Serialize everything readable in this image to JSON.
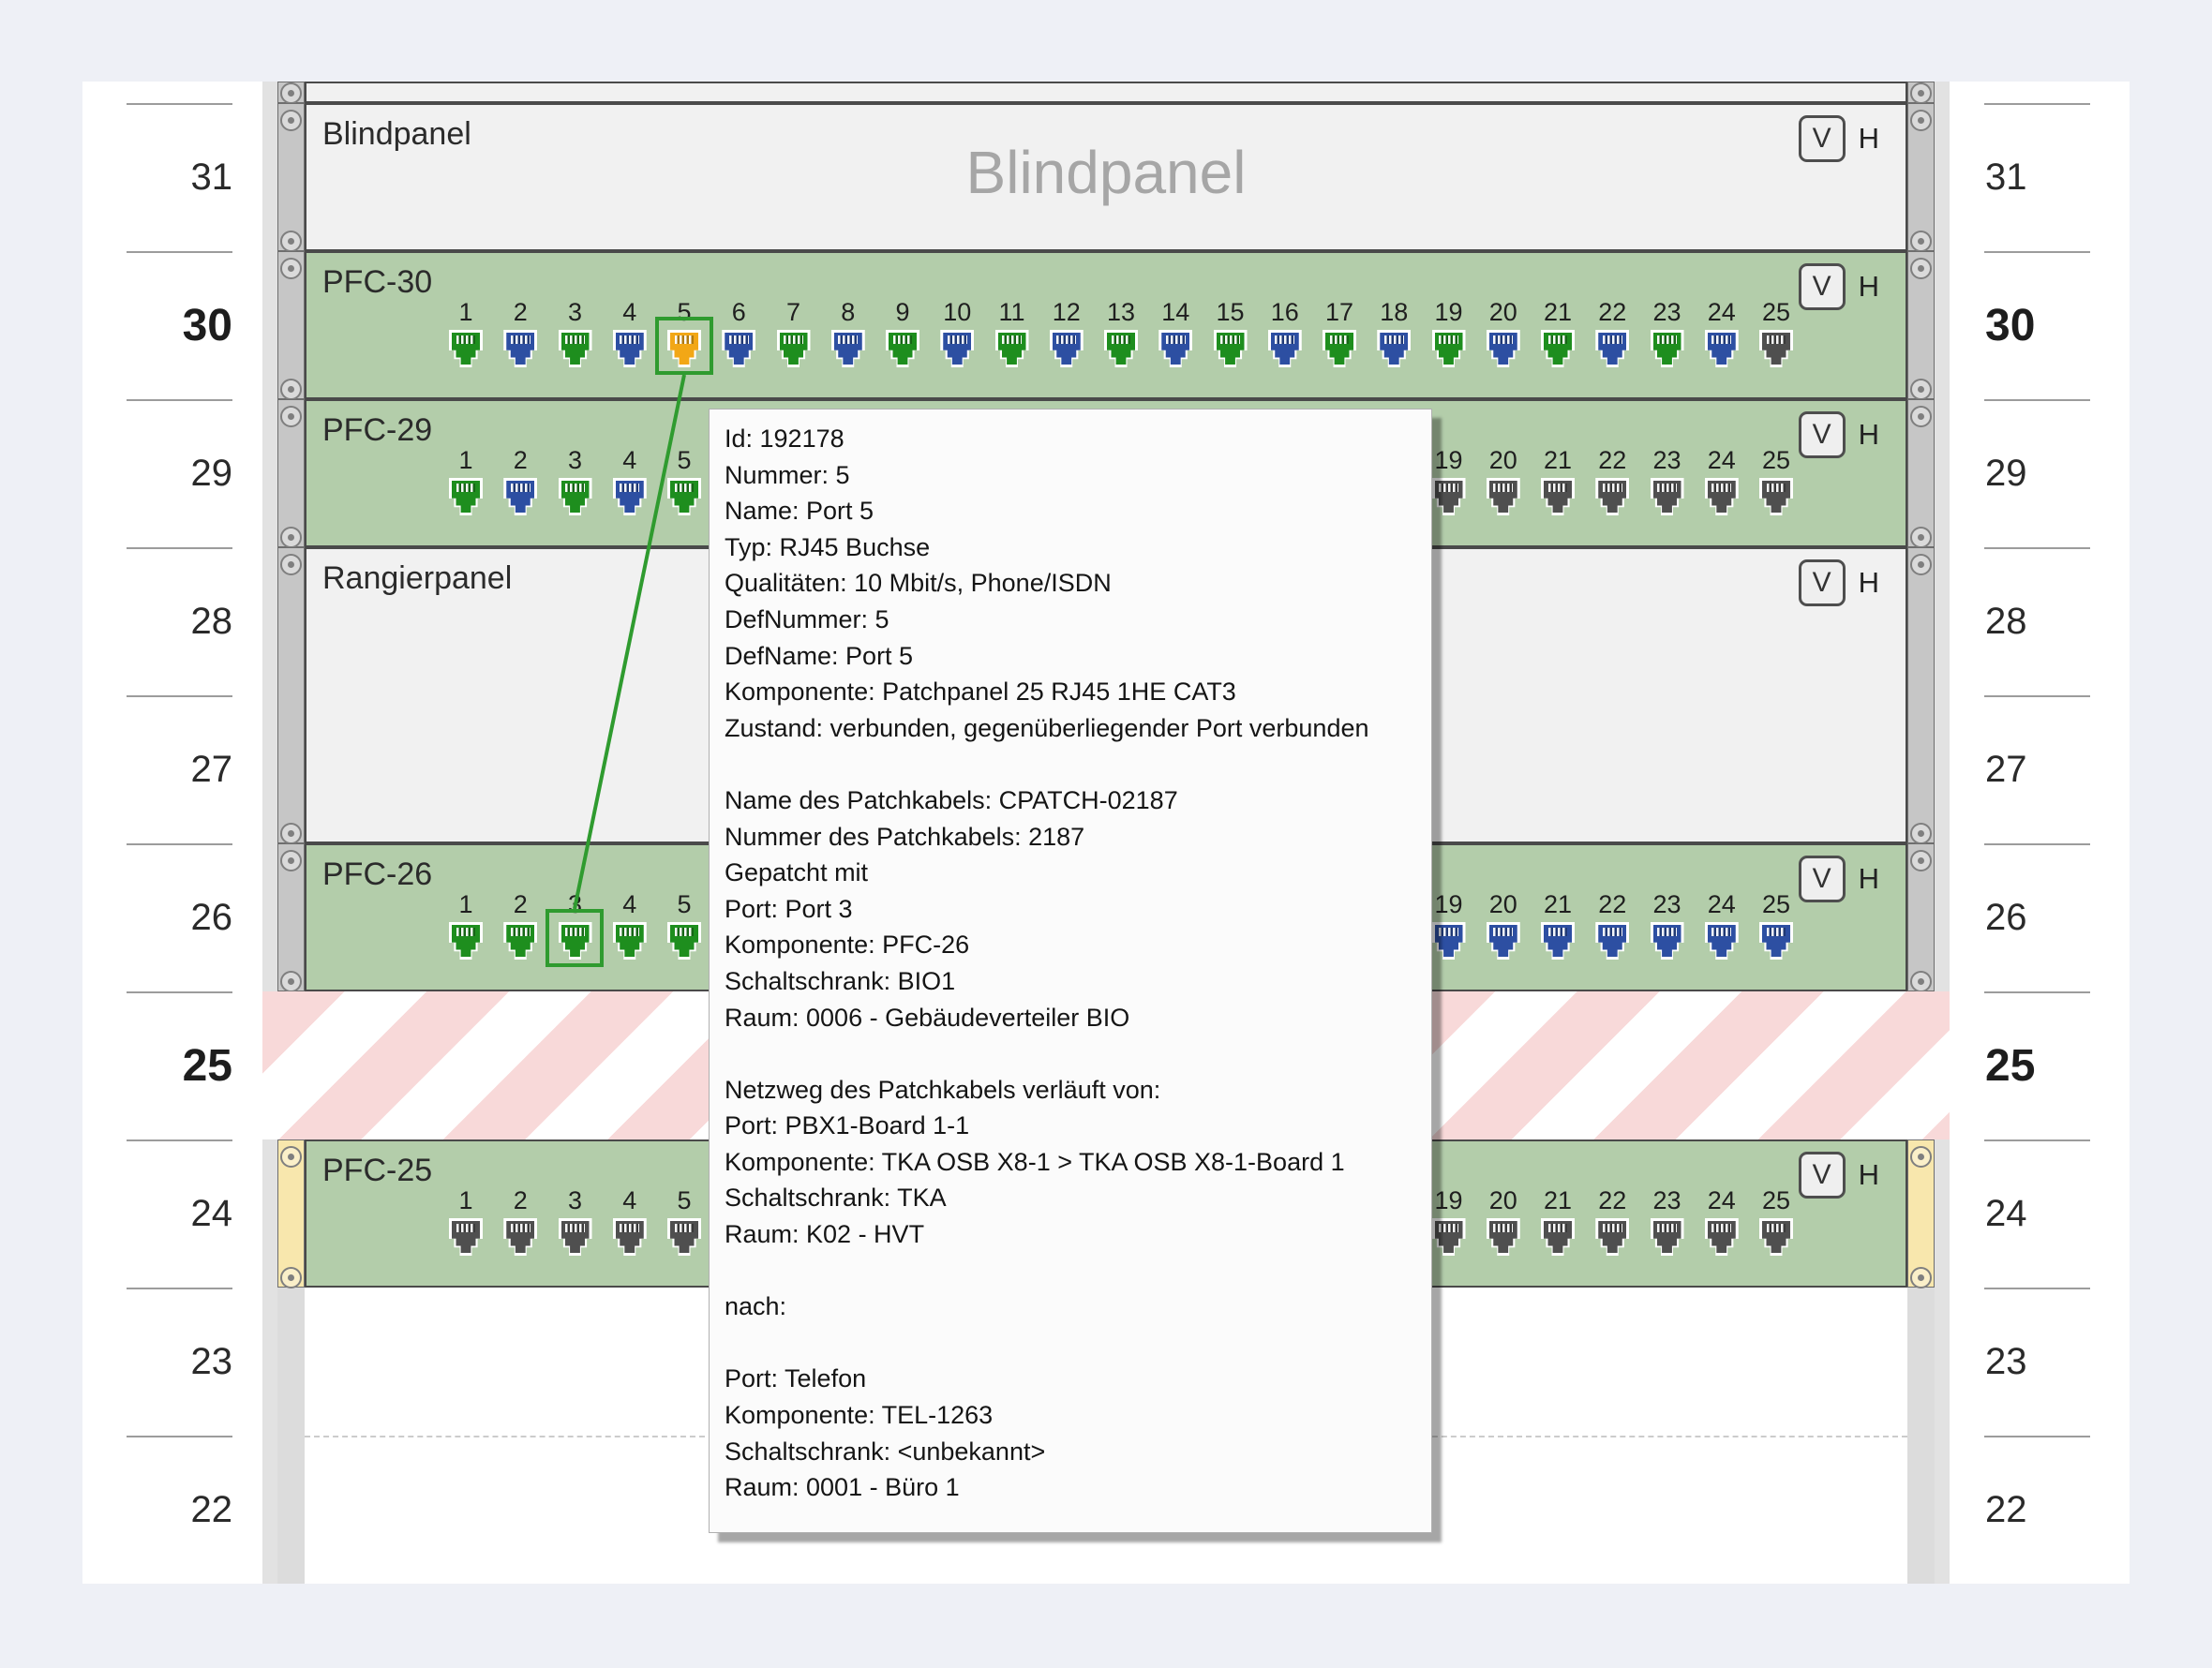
{
  "page": {
    "background": "#eef0f6"
  },
  "controls": {
    "v_label": "V",
    "h_label": "H"
  },
  "rack_units": [
    {
      "number": "31",
      "bold": false
    },
    {
      "number": "30",
      "bold": true
    },
    {
      "number": "29",
      "bold": false
    },
    {
      "number": "28",
      "bold": false
    },
    {
      "number": "27",
      "bold": false
    },
    {
      "number": "26",
      "bold": false
    },
    {
      "number": "25",
      "bold": true
    },
    {
      "number": "24",
      "bold": false
    },
    {
      "number": "23",
      "bold": false
    },
    {
      "number": "22",
      "bold": false
    }
  ],
  "port_numbers": [
    "1",
    "2",
    "3",
    "4",
    "5",
    "6",
    "7",
    "8",
    "9",
    "10",
    "11",
    "12",
    "13",
    "14",
    "15",
    "16",
    "17",
    "18",
    "19",
    "20",
    "21",
    "22",
    "23",
    "24",
    "25"
  ],
  "panels": {
    "blindpanel": {
      "label": "Blindpanel",
      "watermark": "Blindpanel"
    },
    "pfc30": {
      "label": "PFC-30",
      "selected_port": "5",
      "port_colors": [
        "green",
        "blue",
        "green",
        "blue",
        "orange",
        "blue",
        "green",
        "blue",
        "green",
        "blue",
        "green",
        "blue",
        "green",
        "blue",
        "green",
        "blue",
        "green",
        "blue",
        "green",
        "blue",
        "green",
        "blue",
        "green",
        "blue",
        "dark"
      ]
    },
    "pfc29": {
      "label": "PFC-29",
      "port_colors": [
        "green",
        "blue",
        "green",
        "blue",
        "green",
        "dark",
        "dark",
        "dark",
        "dark",
        "dark",
        "dark",
        "dark",
        "dark",
        "dark",
        "dark",
        "dark",
        "dark",
        "dark",
        "dark",
        "dark",
        "dark",
        "dark",
        "dark",
        "dark",
        "dark"
      ]
    },
    "rangierpanel": {
      "label": "Rangierpanel"
    },
    "pfc26": {
      "label": "PFC-26",
      "selected_port": "3",
      "port_colors": [
        "green",
        "green",
        "green",
        "green",
        "green",
        "dark",
        "dark",
        "dark",
        "dark",
        "dark",
        "dark",
        "dark",
        "dark",
        "dark",
        "dark",
        "dark",
        "dark",
        "dark",
        "blue",
        "blue",
        "blue",
        "blue",
        "blue",
        "blue",
        "blue"
      ]
    },
    "pfc25": {
      "label": "PFC-25",
      "port_colors": [
        "dark",
        "dark",
        "dark",
        "dark",
        "dark",
        "dark",
        "dark",
        "dark",
        "dark",
        "dark",
        "dark",
        "dark",
        "dark",
        "dark",
        "dark",
        "dark",
        "dark",
        "dark",
        "dark",
        "dark",
        "dark",
        "dark",
        "dark",
        "dark",
        "dark"
      ]
    }
  },
  "colors": {
    "port_green": "#1e8e1e",
    "port_blue": "#2d4fa2",
    "port_orange": "#f2a716",
    "port_dark": "#4f4f4f",
    "selection_green": "#2f9b2f",
    "panel_green": "#b3cdaa",
    "hazard_pink": "#f8d9d9",
    "rail_yellow": "#f8e7ad"
  },
  "tooltip": {
    "text": "Id: 192178\nNummer: 5\nName: Port 5\nTyp: RJ45 Buchse\nQualitäten: 10 Mbit/s, Phone/ISDN\nDefNummer: 5\nDefName: Port 5\nKomponente: Patchpanel 25 RJ45 1HE CAT3\nZustand: verbunden, gegenüberliegender Port verbunden\n\nName des Patchkabels: CPATCH-02187\nNummer des Patchkabels: 2187\nGepatcht mit\nPort: Port 3\nKomponente: PFC-26\nSchaltschrank: BIO1\nRaum: 0006 - Gebäudeverteiler BIO\n\nNetzweg des Patchkabels verläuft von:\nPort: PBX1-Board 1-1\nKomponente: TKA OSB X8-1 > TKA OSB X8-1-Board 1\nSchaltschrank: TKA\nRaum: K02 - HVT\n\nnach:\n\nPort: Telefon\nKomponente: TEL-1263\nSchaltschrank: <unbekannt>\nRaum: 0001 - Büro 1"
  }
}
